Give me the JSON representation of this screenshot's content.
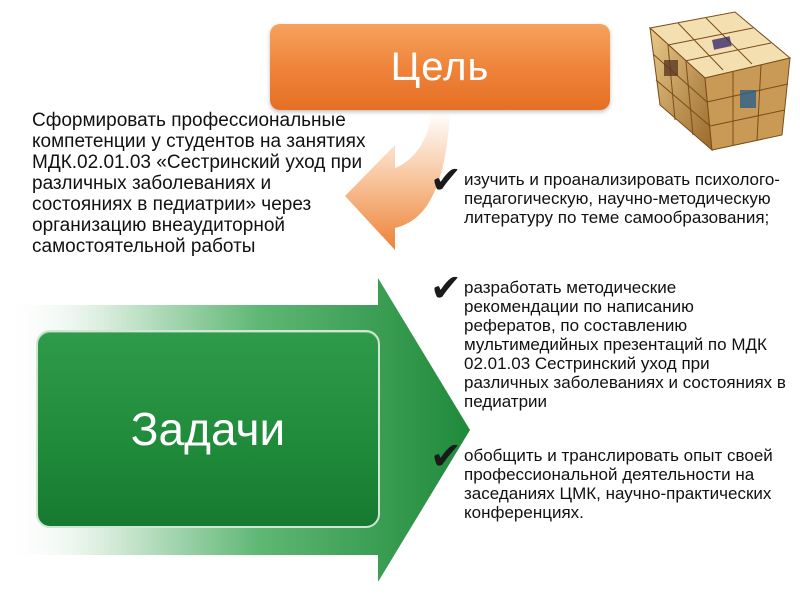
{
  "goal": {
    "title": "Цель",
    "text": "Сформировать профессиональные компетенции у студентов на занятиях МДК.02.01.03 «Сестринский уход при различных заболеваниях и состояниях в педиатрии» через организацию внеаудиторной самостоятельной работы"
  },
  "tasks": {
    "title": "Задачи",
    "items": [
      {
        "text": "изучить и проанализировать психолого-педагогическую, научно-методическую литературу по теме самообразования;"
      },
      {
        "text": "разработать методические рекомендации по написанию рефератов, по составлению мультимедийных презентаций по МДК 02.01.03 Сестринский уход при различных заболеваниях и состояниях в педиатрии"
      },
      {
        "text": "обобщить и транслировать опыт своей профессиональной деятельности на заседаниях ЦМК, научно-практических конференциях."
      }
    ]
  },
  "colors": {
    "orange": "#ee8238",
    "green": "#1f8a3a"
  },
  "icons": [
    "checkmark-icon",
    "cube-image"
  ]
}
